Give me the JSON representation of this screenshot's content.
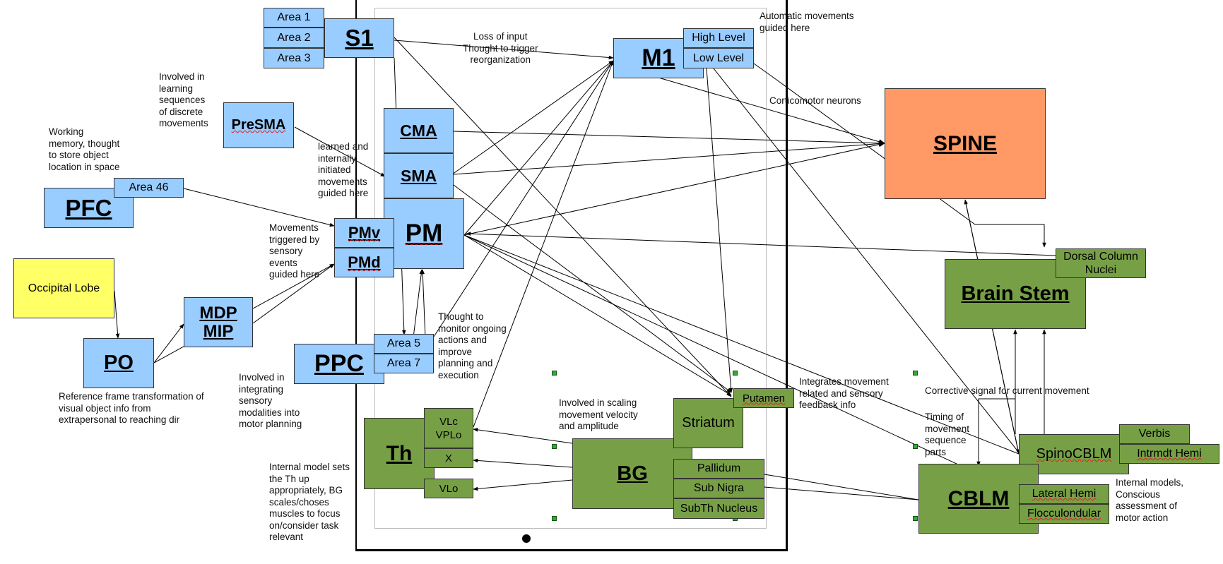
{
  "nodes": {
    "s1": "S1",
    "area1": "Area 1",
    "area2": "Area 2",
    "area3": "Area 3",
    "m1": "M1",
    "high_level": "High Level",
    "low_level": "Low Level",
    "presma": "PreSMA",
    "cma": "CMA",
    "sma": "SMA",
    "pm": "PM",
    "pfc": "PFC",
    "area46": "Area 46",
    "pmv": "PMv",
    "pmd": "PMd",
    "occipital": "Occipital Lobe",
    "po": "PO",
    "mdp": "MDP",
    "mip": "MIP",
    "ppc": "PPC",
    "area5": "Area 5",
    "area7": "Area 7",
    "th": "Th",
    "vlc": "VLc",
    "vplo": "VPLo",
    "x": "X",
    "vlo": "VLo",
    "bg": "BG",
    "striatum": "Striatum",
    "putamen": "Putamen",
    "pallidum": "Pallidum",
    "subnigra": "Sub Nigra",
    "subth": "SubTh Nucleus",
    "spine": "SPINE",
    "brainstem": "Brain Stem",
    "dorsal1": "Dorsal Column",
    "dorsal2": "Nuclei",
    "spinocblm": "SpinoCBLM",
    "verbis": "Verbis",
    "intrmdt": "Intrmdt Hemi",
    "cblm": "CBLM",
    "lateral": "Lateral Hemi",
    "floccu": "Flocculondular"
  },
  "notes": {
    "automatic": "Automatic movements\nguided here",
    "loss_input": "Loss of input\nThought to trigger\nreorganization",
    "learning": "Involved in\nlearning\nsequences\nof discrete\nmovements",
    "working_memory": "Working\nmemory, thought\nto store object\nlocation in space",
    "learned": "learned and\ninternally\ninitiated\nmovements\nguided here",
    "triggered": "Movements\ntriggered by\nsensory\nevents\nguided here",
    "corticomotor": "Corticomotor neurons",
    "thought_monitor": "Thought to\nmonitor ongoing\nactions and\nimprove\nplanning and\nexecution",
    "integrating": "Involved in\nintegrating\nsensory\nmodalities into\nmotor planning",
    "reference_frame": "Reference frame transformation of\nvisual object info from\nextrapersonal to reaching dir",
    "scaling": "Involved in scaling\nmovement velocity\nand amplitude",
    "integrates": "Integrates movement\nrelated and sensory\nfeedback info",
    "corrective": "Corrective signal for current movement",
    "timing": "Timing of\nmovement\nsequence\nparts",
    "internal_th": "Internal model sets\nthe Th up\nappropriately, BG\nscales/choses\nmuscles to focus\non/consider task\nrelevant",
    "internal_models": "Internal models,\nConscious\nassessment of\nmotor action"
  },
  "colors": {
    "cortex_blue": "#99ccff",
    "subcortical_green": "#77a046",
    "occipital_yellow": "#ffff66",
    "spine_orange": "#ff9966"
  }
}
